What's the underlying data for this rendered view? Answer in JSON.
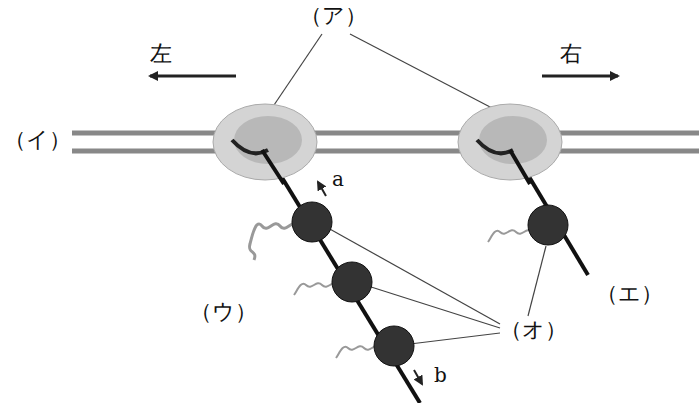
{
  "diagram": {
    "labels": [
      "（ア）",
      "左",
      "右",
      "（イ）",
      "a",
      "（ウ）",
      "（エ）",
      "（オ）",
      "b"
    ]
  }
}
